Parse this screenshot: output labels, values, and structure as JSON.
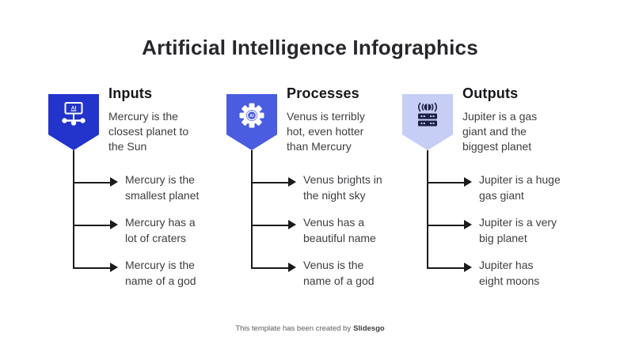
{
  "slide": {
    "title": "Artificial Intelligence Infographics",
    "footer": {
      "prefix": "This template has been created by",
      "brand": "Slidesgo"
    }
  },
  "colors": {
    "badge_inputs": "#2234CB",
    "badge_processes": "#4A5CE0",
    "badge_outputs": "#C6CEF5",
    "icon_on_dark": "#FFFFFF",
    "icon_on_light": "#1B2144",
    "connector": "#1B1B1B"
  },
  "columns": [
    {
      "heading": "Inputs",
      "description": "Mercury is the\nclosest planet to\nthe Sun",
      "icon": "ai-monitor-network-icon",
      "items": [
        "Mercury is the\nsmallest planet",
        "Mercury has a\nlot of craters",
        "Mercury is the\nname of a god"
      ]
    },
    {
      "heading": "Processes",
      "description": "Venus is terribly\nhot, even hotter\nthan Mercury",
      "icon": "ai-gear-icon",
      "items": [
        "Venus brights in\nthe night sky",
        "Venus has a\nbeautiful name",
        "Venus is the\nname of a god"
      ]
    },
    {
      "heading": "Outputs",
      "description": "Jupiter is a gas\ngiant and the\nbiggest planet",
      "icon": "ai-server-signal-icon",
      "items": [
        "Jupiter is a huge\ngas giant",
        "Jupiter is a very\nbig planet",
        "Jupiter has\neight moons"
      ]
    }
  ]
}
